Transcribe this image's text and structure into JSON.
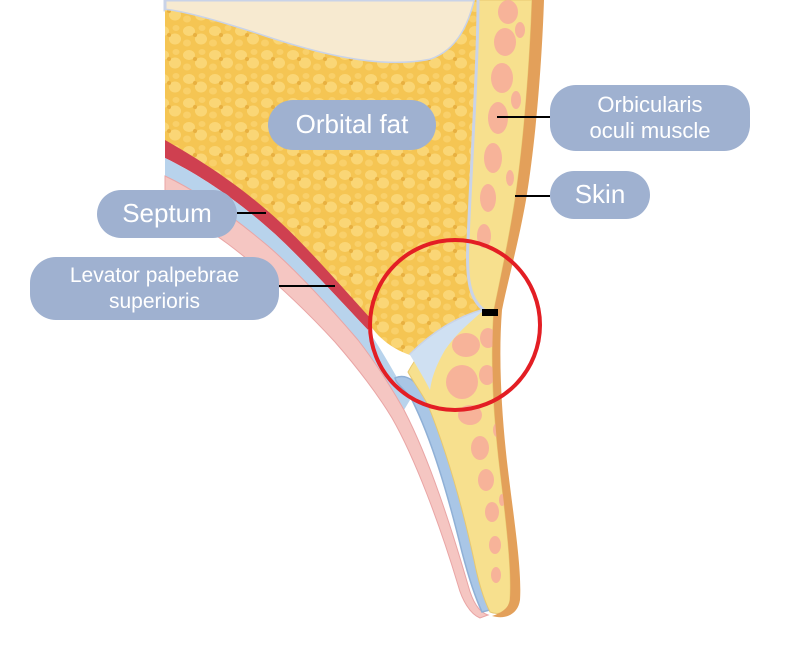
{
  "labels": {
    "orbital_fat": "Orbital fat",
    "orbicularis_line1": "Orbicularis",
    "orbicularis_line2": "oculi muscle",
    "skin": "Skin",
    "septum": "Septum",
    "levator_line1": "Levator palpebrae",
    "levator_line2": "superioris"
  },
  "colors": {
    "label_bg": "#9fb1d0",
    "label_text": "#ffffff",
    "fat": "#f5c553",
    "fat_dot": "#fbd97a",
    "skin": "#e3a05a",
    "muscle_layer": "#f7e08e",
    "muscle_fiber": "#f7b19a",
    "septum": "#cf4050",
    "levator": "#a9c6e6",
    "conjunctiva": "#f5c6c2",
    "highlight_circle": "#e31e24",
    "leader_line": "#000000"
  }
}
